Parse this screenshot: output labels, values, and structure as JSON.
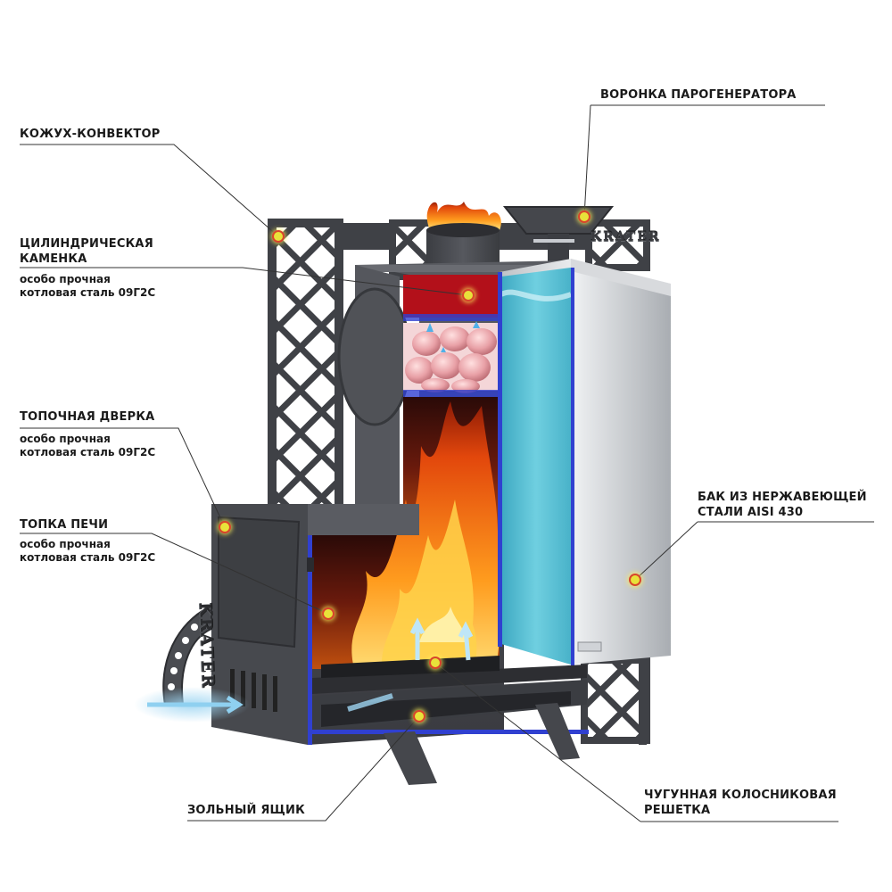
{
  "labels": {
    "convector": "КОЖУХ-КОНВЕКТОР",
    "funnel": "ВОРОНКА ПАРОГЕНЕРАТОРА",
    "kamenka_line1": "ЦИЛИНДРИЧЕСКАЯ",
    "kamenka_line2": "КАМЕНКА",
    "kamenka_note_line1": "особо прочная",
    "kamenka_note_line2": "котловая сталь 09Г2С",
    "door": "ТОПОЧНАЯ ДВЕРКА",
    "door_note_line1": "особо прочная",
    "door_note_line2": "котловая сталь 09Г2С",
    "firebox": "ТОПКА ПЕЧИ",
    "firebox_note_line1": "особо прочная",
    "firebox_note_line2": "котловая сталь 09Г2С",
    "tank_line1": "БАК ИЗ НЕРЖАВЕЮЩЕЙ",
    "tank_line2": "СТАЛИ AISI 430",
    "ashbox": "ЗОЛЬНЫЙ ЯЩИК",
    "grate_line1": "ЧУГУННАЯ КОЛОСНИКОВАЯ",
    "grate_line2": "РЕШЕТКА"
  },
  "brand": {
    "front": "KRATER",
    "tank": "KRATER"
  },
  "colors": {
    "steel": "#4a4c51",
    "water": "#5ec0d4",
    "fire": "#ff8a1c",
    "kamenka": "#b3101a",
    "frame_outline": "#3040d0",
    "marker": "#e8e23a"
  }
}
